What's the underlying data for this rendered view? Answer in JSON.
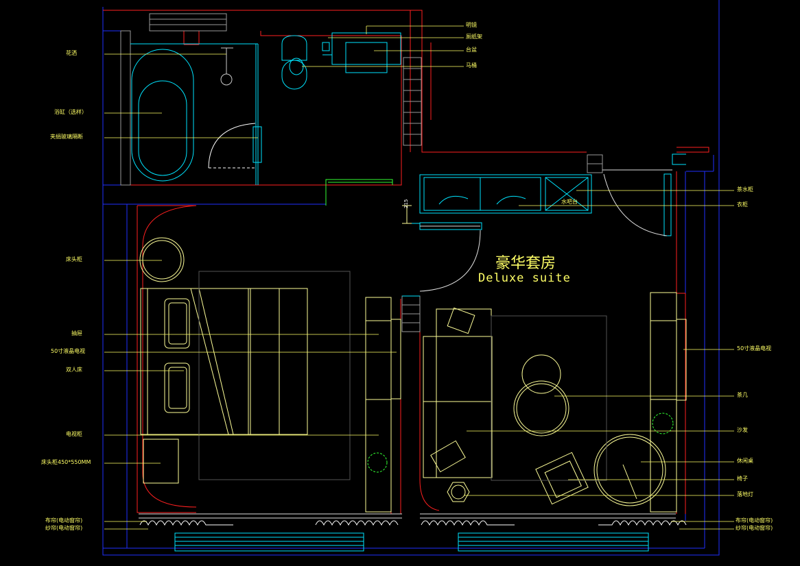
{
  "title": {
    "cn": "豪华套房",
    "en": "Deluxe suite"
  },
  "dimension": "215",
  "water_bar_label": "水吧台",
  "colors": {
    "wall_red": "#ff2020",
    "cyan": "#00e5ff",
    "blue": "#2030ff",
    "yellow": "#ffff66",
    "white": "#e0e0e0",
    "green": "#33ff33",
    "gray": "#9a9a9a"
  },
  "labels_left": [
    {
      "text": "花洒"
    },
    {
      "text": "浴缸（选样）"
    },
    {
      "text": "夹绢玻璃隔断"
    },
    {
      "text": "床头柜"
    },
    {
      "text": "抽屉"
    },
    {
      "text": "50寸液晶电视"
    },
    {
      "text": "双人床"
    },
    {
      "text": "电视柜"
    },
    {
      "text": "床头柜450*550MM"
    },
    {
      "text": "布帘(电动窗帘)"
    },
    {
      "text": "纱帘(电动窗帘)"
    }
  ],
  "labels_top_right": [
    {
      "text": "明镜"
    },
    {
      "text": "厕纸架"
    },
    {
      "text": "台盆"
    },
    {
      "text": "马桶"
    }
  ],
  "labels_right": [
    {
      "text": "茶水柜"
    },
    {
      "text": "衣柜"
    },
    {
      "text": "50寸液晶电视"
    },
    {
      "text": "茶几"
    },
    {
      "text": "沙发"
    },
    {
      "text": "休闲桌"
    },
    {
      "text": "椅子"
    },
    {
      "text": "落地灯"
    },
    {
      "text": "布帘(电动窗帘)"
    },
    {
      "text": "纱帘(电动窗帘)"
    }
  ]
}
